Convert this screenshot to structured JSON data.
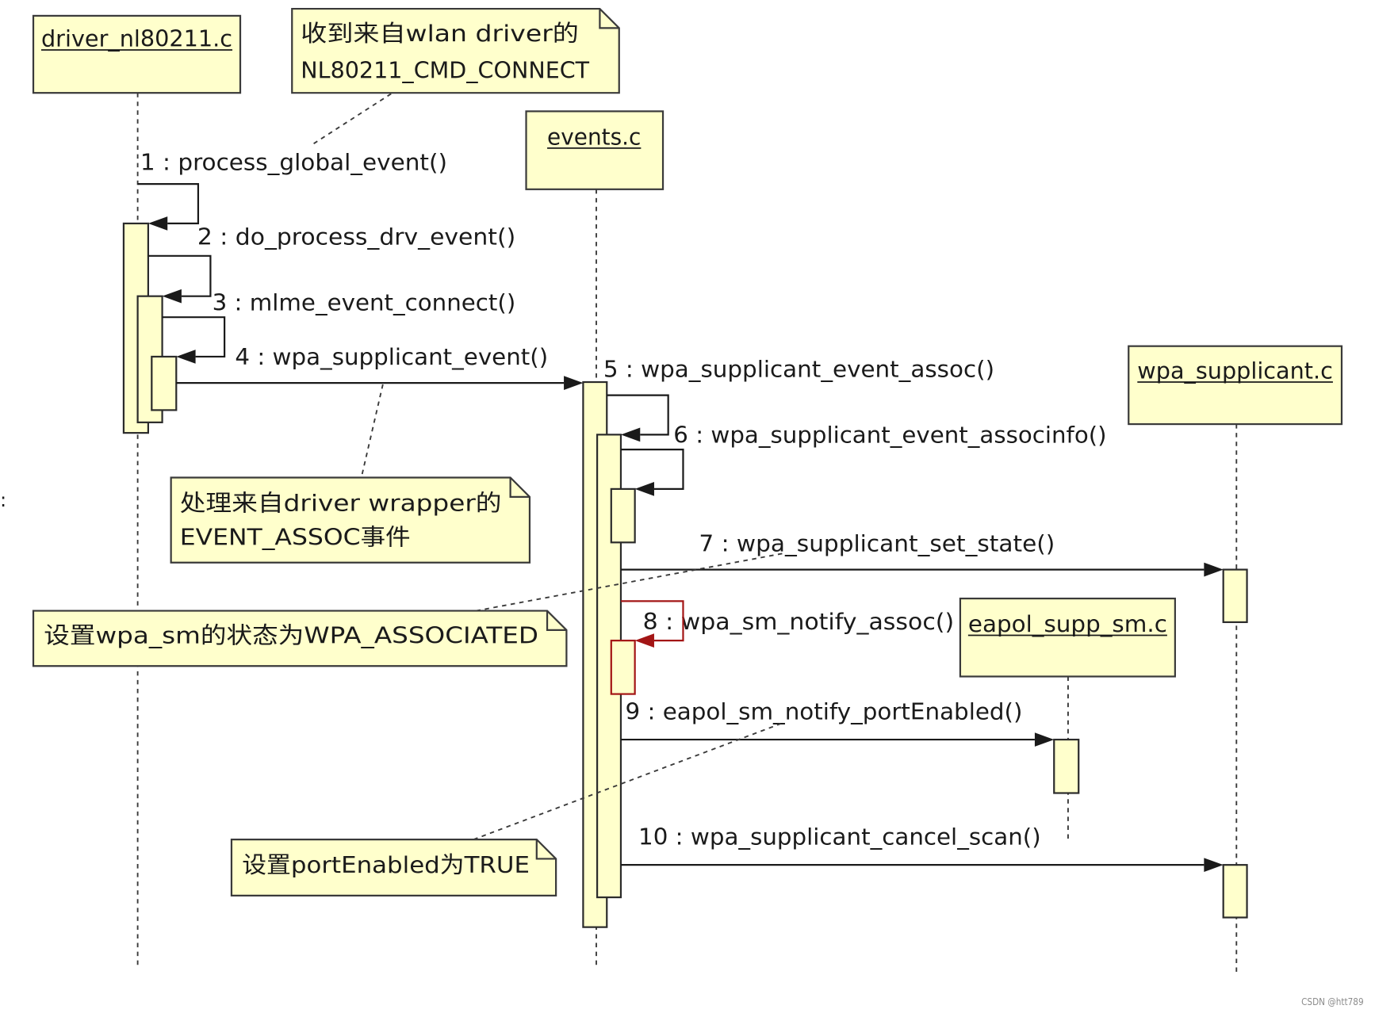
{
  "diagram": {
    "type": "sequence",
    "participants": [
      {
        "name": "driver_nl80211.c"
      },
      {
        "name": "events.c"
      },
      {
        "name": "wpa_supplicant.c"
      },
      {
        "name": "eapol_supp_sm.c"
      }
    ],
    "messages": [
      {
        "label": "1 : process_global_event()",
        "from": 0,
        "to": 0
      },
      {
        "label": "2 : do_process_drv_event()",
        "from": 0,
        "to": 0
      },
      {
        "label": "3 : mlme_event_connect()",
        "from": 0,
        "to": 0
      },
      {
        "label": "4 : wpa_supplicant_event()",
        "from": 0,
        "to": 1
      },
      {
        "label": "5 : wpa_supplicant_event_assoc()",
        "from": 1,
        "to": 1
      },
      {
        "label": "6 : wpa_supplicant_event_associnfo()",
        "from": 1,
        "to": 1
      },
      {
        "label": "7 : wpa_supplicant_set_state()",
        "from": 1,
        "to": 2
      },
      {
        "label": "8 : wpa_sm_notify_assoc()",
        "from": 1,
        "to": 1,
        "highlighted": true
      },
      {
        "label": "9 : eapol_sm_notify_portEnabled()",
        "from": 1,
        "to": 3
      },
      {
        "label": "10 : wpa_supplicant_cancel_scan()",
        "from": 1,
        "to": 2
      }
    ],
    "notes": [
      {
        "lines": [
          "收到来自wlan driver的",
          "NL80211_CMD_CONNECT"
        ],
        "attached_to_message": 1
      },
      {
        "lines": [
          "处理来自driver wrapper的",
          "EVENT_ASSOC事件"
        ],
        "attached_to_message": 4
      },
      {
        "lines": [
          "设置wpa_sm的状态为WPA_ASSOCIATED"
        ],
        "attached_to_message": 7
      },
      {
        "lines": [
          "设置portEnabled为TRUE"
        ],
        "attached_to_message": 9
      }
    ]
  },
  "colors": {
    "box_fill": "#ffffcc",
    "line": "#1a1a1a",
    "highlight": "#a31515"
  },
  "edge_mark": ":",
  "watermark": "CSDN @htt789"
}
